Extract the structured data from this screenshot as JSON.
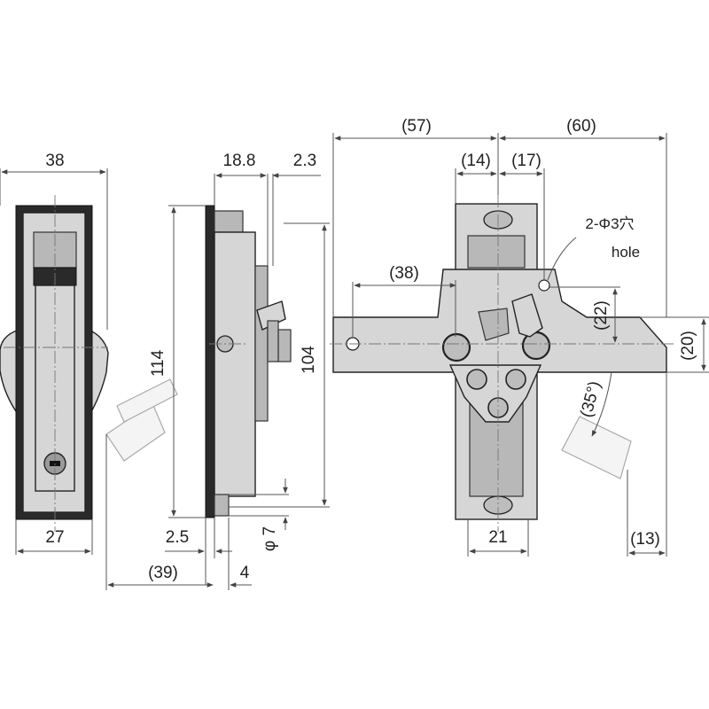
{
  "dimensions": {
    "front_width": "38",
    "front_lower_width": "27",
    "side_depth": "18.8",
    "side_offset": "2.3",
    "side_height": "114",
    "inner_height": "104",
    "flange_thickness": "2.5",
    "lever_travel": "(39)",
    "step": "4",
    "hole_dia": "φ 7",
    "top_left_ext": "(57)",
    "top_right_ext": "(60)",
    "left_upper": "(14)",
    "right_upper": "(17)",
    "arm_length": "(38)",
    "arm_offset": "(22)",
    "arm_height": "(20)",
    "angle": "(35°)",
    "tail_width": "(13)",
    "plate_width": "21"
  },
  "notes": {
    "hole_spec": "2-Φ3穴",
    "hole_en": "hole"
  }
}
